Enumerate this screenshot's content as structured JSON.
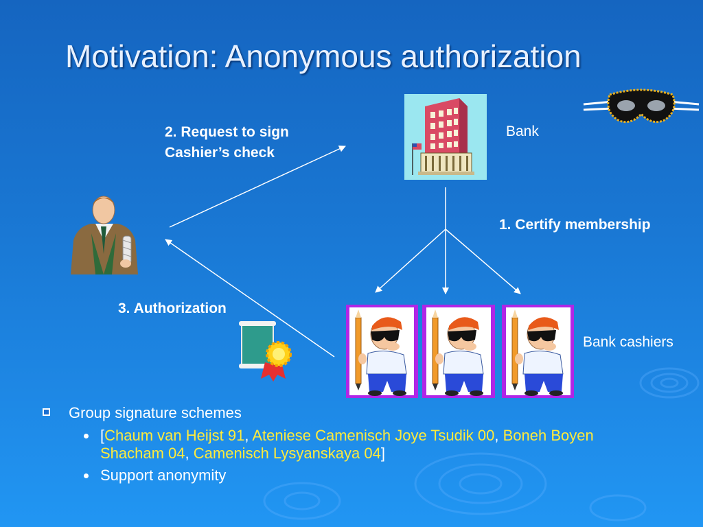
{
  "slide": {
    "title": "Motivation: Anonymous authorization",
    "labels": {
      "request_line1": "2. Request to sign",
      "request_line2": "Cashier’s check",
      "bank": "Bank",
      "certify": "1. Certify membership",
      "authorization": "3. Authorization",
      "cashiers": "Bank cashiers"
    },
    "bullets": {
      "main": "Group signature schemes",
      "refs": {
        "open": "[",
        "ref1": "Chaum van Heijst 91",
        "sep1": ", ",
        "ref2": "Ateniese Camenisch Joye Tsudik 00",
        "sep2": ", ",
        "ref3": "Boneh Boyen Shacham 04",
        "sep3": ", ",
        "ref4": "Camenisch Lysyanskaya 04",
        "close": "]"
      },
      "anon": "Support anonymity"
    },
    "colors": {
      "background": "#1976d2",
      "reference_text": "#ffeb3b",
      "cashier_frame": "#b026e6",
      "building": "#e0506a",
      "building_bg": "#9be7f0"
    },
    "icons": [
      "man-figure-icon",
      "bank-building-icon",
      "mask-icon",
      "cashier-icon",
      "certificate-icon"
    ]
  }
}
